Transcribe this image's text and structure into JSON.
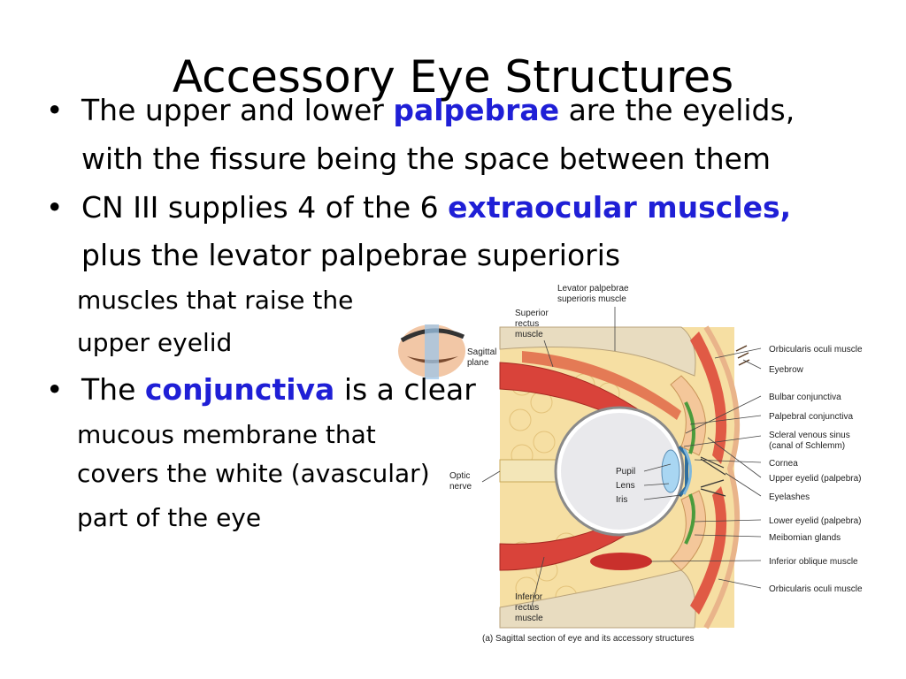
{
  "slide": {
    "title": "Accessory Eye Structures",
    "bullet_glyph": "•",
    "bullets": [
      {
        "lines": [
          {
            "pre": "The upper and lower ",
            "em": "palpebrae",
            "post": " are the eyelids,"
          },
          {
            "text": "with the fissure being the space between them"
          }
        ]
      },
      {
        "lines": [
          {
            "pre": "CN III supplies 4 of the 6 ",
            "em": "extraocular muscles,"
          },
          {
            "text": "plus the levator palpebrae superioris"
          }
        ],
        "sub_lines": [
          "muscles that raise the",
          "upper eyelid"
        ]
      },
      {
        "lines": [
          {
            "pre": "The ",
            "em": "conjunctiva",
            "post": " is a clear"
          }
        ],
        "sub_lines": [
          "mucous membrane that",
          "covers the white (avascular)",
          "part of the eye"
        ]
      }
    ],
    "accent_color": "#1f1fd6"
  },
  "figure": {
    "caption": "(a) Sagittal section of eye and its accessory structures",
    "inset_label": [
      "Sagittal",
      "plane"
    ],
    "top_labels": [
      "Levator palpebrae",
      "superioris muscle"
    ],
    "superior_rectus": [
      "Superior",
      "rectus",
      "muscle"
    ],
    "inferior_rectus": [
      "Inferior",
      "rectus",
      "muscle"
    ],
    "optic_nerve": [
      "Optic",
      "nerve"
    ],
    "inner_labels": [
      "Pupil",
      "Lens",
      "Iris"
    ],
    "right_labels": [
      [
        "Orbicularis oculi muscle"
      ],
      [
        "Eyebrow"
      ],
      [
        "Bulbar conjunctiva"
      ],
      [
        "Palpebral conjunctiva"
      ],
      [
        "Scleral venous sinus",
        "(canal of Schlemm)"
      ],
      [
        "Cornea"
      ],
      [
        "Upper eyelid (palpebra)"
      ],
      [
        "Eyelashes"
      ],
      [
        "Lower eyelid (palpebra)"
      ],
      [
        "Meibomian glands"
      ],
      [
        "Inferior oblique muscle"
      ],
      [
        "Orbicularis oculi muscle"
      ]
    ]
  }
}
